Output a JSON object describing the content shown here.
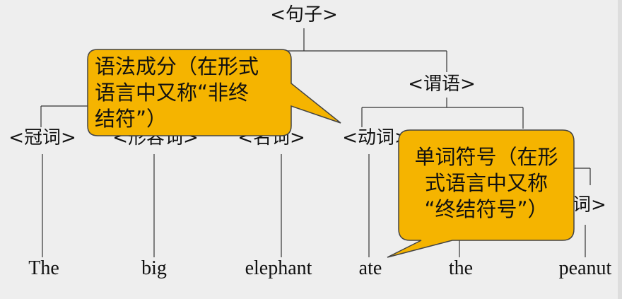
{
  "tree": {
    "root": "<句子>",
    "predicate": "<谓语>",
    "categories": [
      "<冠词>",
      "<形容词>",
      "<名词>",
      "<动词>",
      "<名词>"
    ],
    "words": [
      "The",
      "big",
      "elephant",
      "ate",
      "the",
      "peanut"
    ]
  },
  "callouts": {
    "nonterminal": {
      "lines": [
        "语法成分（在形式",
        "语言中又称“非终",
        "结符”）"
      ]
    },
    "terminal": {
      "lines": [
        "单词符号（在形",
        "式语言中又称",
        "“终结符号”）"
      ]
    }
  },
  "colors": {
    "callout_fill": "#f5b400",
    "callout_border": "#444444",
    "tree_line": "#333333",
    "background": "#eeeeee"
  }
}
